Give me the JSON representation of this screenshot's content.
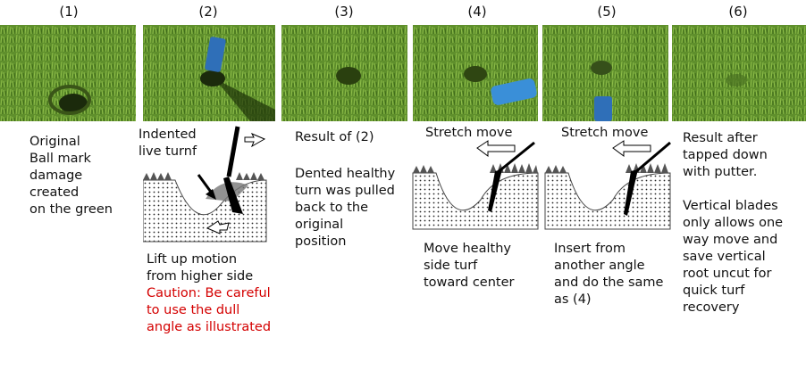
{
  "steps": [
    {
      "number": "(1)",
      "caption": "Original\nBall mark\ndamage\ncreated\non the green"
    },
    {
      "number": "(2)",
      "label": "Indented\nlive turnf",
      "caption": "Lift up motion\nfrom higher side",
      "caution": "Caution: Be careful\nto use the dull\nangle as illustrated"
    },
    {
      "number": "(3)",
      "caption_top": "Result of (2)",
      "caption": "Dented healthy\nturn was pulled\nback to the\noriginal\nposition"
    },
    {
      "number": "(4)",
      "label": "Stretch move",
      "caption": "Move healthy\nside turf\ntoward center"
    },
    {
      "number": "(5)",
      "label": "Stretch move",
      "caption": "Insert from\nanother angle\nand do the same\nas (4)"
    },
    {
      "number": "(6)",
      "caption": "Result after\ntapped down\nwith putter.\n\nVertical blades\nonly allows one\nway move and\nsave vertical\nroot uncut for\nquick turf\nrecovery"
    }
  ],
  "colors": {
    "grass_dark": "#3f6f1c",
    "grass_light": "#7fae3c",
    "tool_blue": "#2f6fb8",
    "caution_red": "#d40000"
  }
}
